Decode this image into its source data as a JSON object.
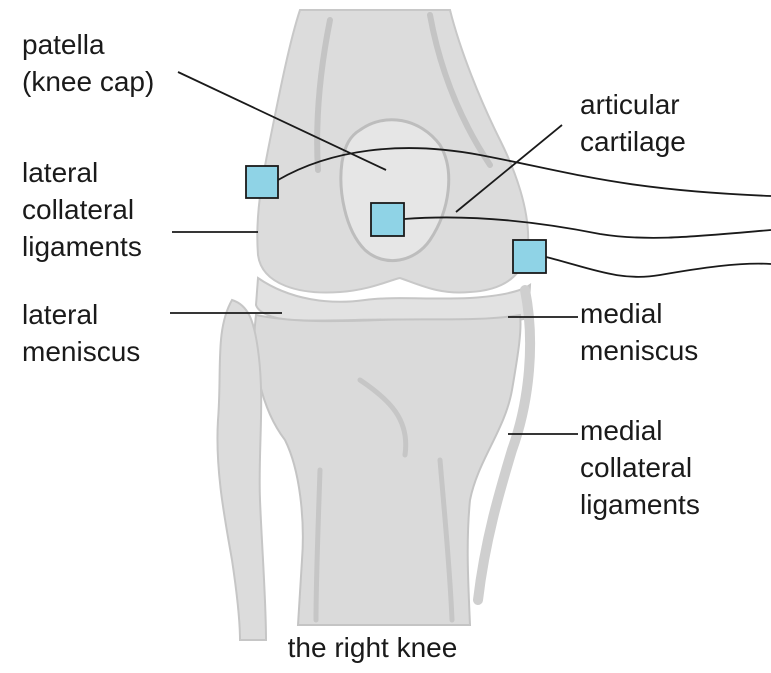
{
  "labels": {
    "patella": [
      "patella",
      "(knee cap)"
    ],
    "lateral_collateral": [
      "lateral",
      "collateral",
      "ligaments"
    ],
    "lateral_meniscus": [
      "lateral",
      "meniscus"
    ],
    "articular_cartilage": [
      "articular",
      "cartilage"
    ],
    "medial_meniscus": [
      "medial",
      "meniscus"
    ],
    "medial_collateral": [
      "medial",
      "collateral",
      "ligaments"
    ]
  },
  "caption": "the right knee",
  "colors": {
    "bone": "#dcdcdc",
    "bone_shade": "#c4c4c4",
    "marker": "#8fd3e6",
    "line": "#1a1a1a"
  }
}
